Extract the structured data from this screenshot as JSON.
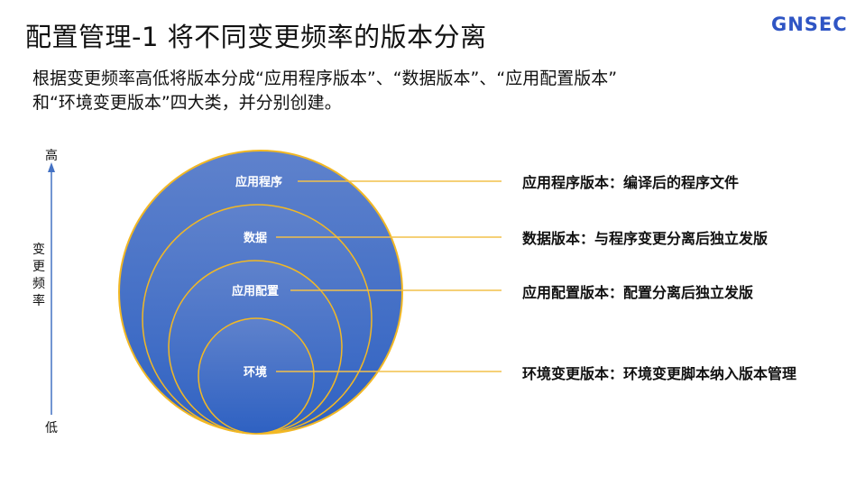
{
  "header": {
    "title": "配置管理-1 将不同变更频率的版本分离",
    "logo": "GNSEC"
  },
  "description": {
    "line1": "根据变更频率高低将版本分成“应用程序版本”、“数据版本”、“应用配置版本”",
    "line2": "和“环境变更版本”四大类，并分别创建。"
  },
  "axis": {
    "high": "高",
    "low": "低",
    "label_chars": [
      "变",
      "更",
      "频",
      "率"
    ],
    "color": "#4472c4"
  },
  "colors": {
    "circle_fill_top": "#5a7fcc",
    "circle_fill_bottom": "#2f62c2",
    "ring": "#f2b824",
    "leader": "#f2c04a",
    "logo": "#2f55c4"
  },
  "layers": [
    {
      "label": "应用程序",
      "caption": "应用程序版本：编译后的程序文件"
    },
    {
      "label": "数据",
      "caption": "数据版本：与程序变更分离后独立发版"
    },
    {
      "label": "应用配置",
      "caption": "应用配置版本：配置分离后独立发版"
    },
    {
      "label": "环境",
      "caption": "环境变更版本：环境变更脚本纳入版本管理"
    }
  ]
}
